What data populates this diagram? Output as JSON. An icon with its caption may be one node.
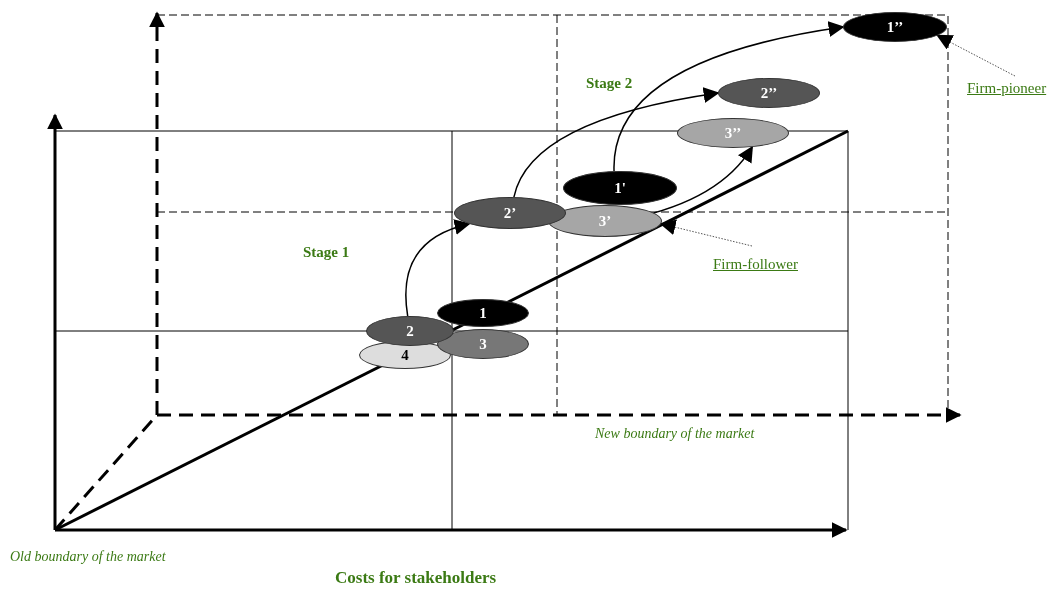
{
  "diagram": {
    "nodes": [
      {
        "text": [
          "1’’"
        ]
      },
      {
        "text": [
          "Firm-pioneer"
        ]
      },
      {
        "text": [
          "2’’"
        ]
      },
      {
        "text": [
          "3’’"
        ]
      },
      {
        "text": [
          "1'"
        ]
      },
      {
        "text": [
          "2’"
        ]
      },
      {
        "text": [
          "3’"
        ]
      },
      {
        "text": [
          "Firm-follower"
        ]
      },
      {
        "text": [
          "1"
        ]
      },
      {
        "text": [
          "2"
        ]
      },
      {
        "text": [
          "3"
        ]
      },
      {
        "text": [
          "4"
        ]
      }
    ],
    "edges": [
      {
        "from": 9,
        "to": 5,
        "arrow": "to"
      },
      {
        "from": 5,
        "to": 2,
        "arrow": "to"
      },
      {
        "from": 4,
        "to": 0,
        "arrow": "to"
      },
      {
        "from": 6,
        "to": 3,
        "arrow": "to"
      },
      {
        "from": 1,
        "to": 0,
        "arrow": "to",
        "style": "dashed"
      },
      {
        "from": 7,
        "to": 6,
        "arrow": "to",
        "style": "dashed"
      }
    ],
    "labels": [
      "Stage 2",
      "Stage 1",
      "New boundary of the market",
      "Old boundary of the market",
      "Costs for stakeholders"
    ]
  }
}
